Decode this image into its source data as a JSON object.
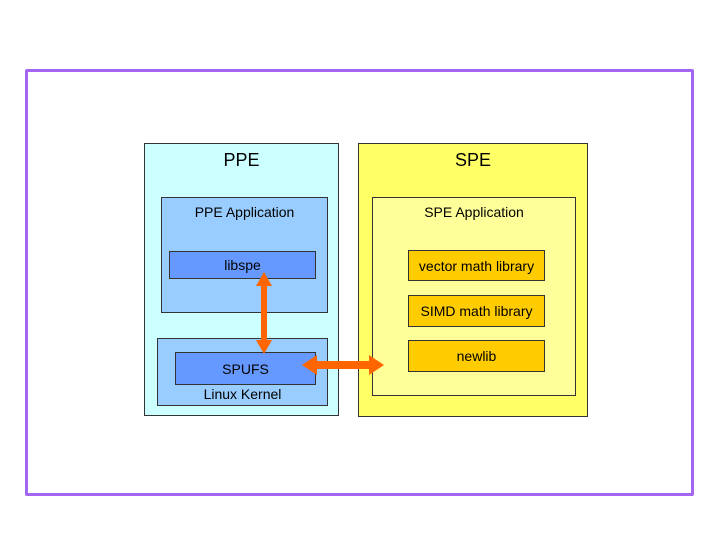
{
  "colors": {
    "frame_border": "#A266F2",
    "arrow": "#FF6600",
    "ppe_fill": "#CCFFFF",
    "ppe_inner_fill": "#99CCFF",
    "blue_chip_fill": "#6699FF",
    "spe_fill": "#FFFF66",
    "spe_inner_fill": "#FFFF99",
    "gold_chip_fill": "#FFCC00"
  },
  "ppe": {
    "title": "PPE",
    "application": {
      "title": "PPE Application",
      "items": [
        {
          "label": "libspe"
        }
      ]
    },
    "kernel": {
      "title": "Linux Kernel",
      "items": [
        {
          "label": "SPUFS"
        }
      ]
    }
  },
  "spe": {
    "title": "SPE",
    "application": {
      "title": "SPE Application",
      "items": [
        {
          "label": "vector math library"
        },
        {
          "label": "SIMD math library"
        },
        {
          "label": "newlib"
        }
      ]
    }
  },
  "arrows": [
    {
      "name": "libspe-spufs",
      "direction": "vertical",
      "bidirectional": true
    },
    {
      "name": "spufs-spe",
      "direction": "horizontal",
      "bidirectional": true
    }
  ]
}
